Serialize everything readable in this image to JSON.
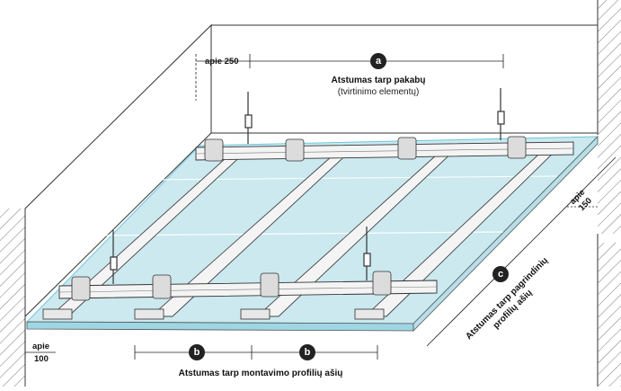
{
  "labels": {
    "a_letter": "a",
    "a_title": "Atstumas tarp pakabų",
    "a_subtitle": "(tvirtinimo elementų)",
    "apie250": "apie 250",
    "apie150_line1": "apie",
    "apie150_line2": "150",
    "apie100_line1": "apie",
    "apie100_line2": "100",
    "b_letter_1": "b",
    "b_letter_2": "b",
    "b_title": "Atstumas tarp montavimo profilių ašių",
    "c_letter": "c",
    "c_title_line1": "Atstumas tarp  pagrindinių",
    "c_title_line2": "profilių ašių"
  },
  "colors": {
    "board": "#cbe9ef",
    "board_edge": "#6cc6da",
    "line": "#333333",
    "badge": "#222222",
    "profile": "#f4f4f4"
  }
}
